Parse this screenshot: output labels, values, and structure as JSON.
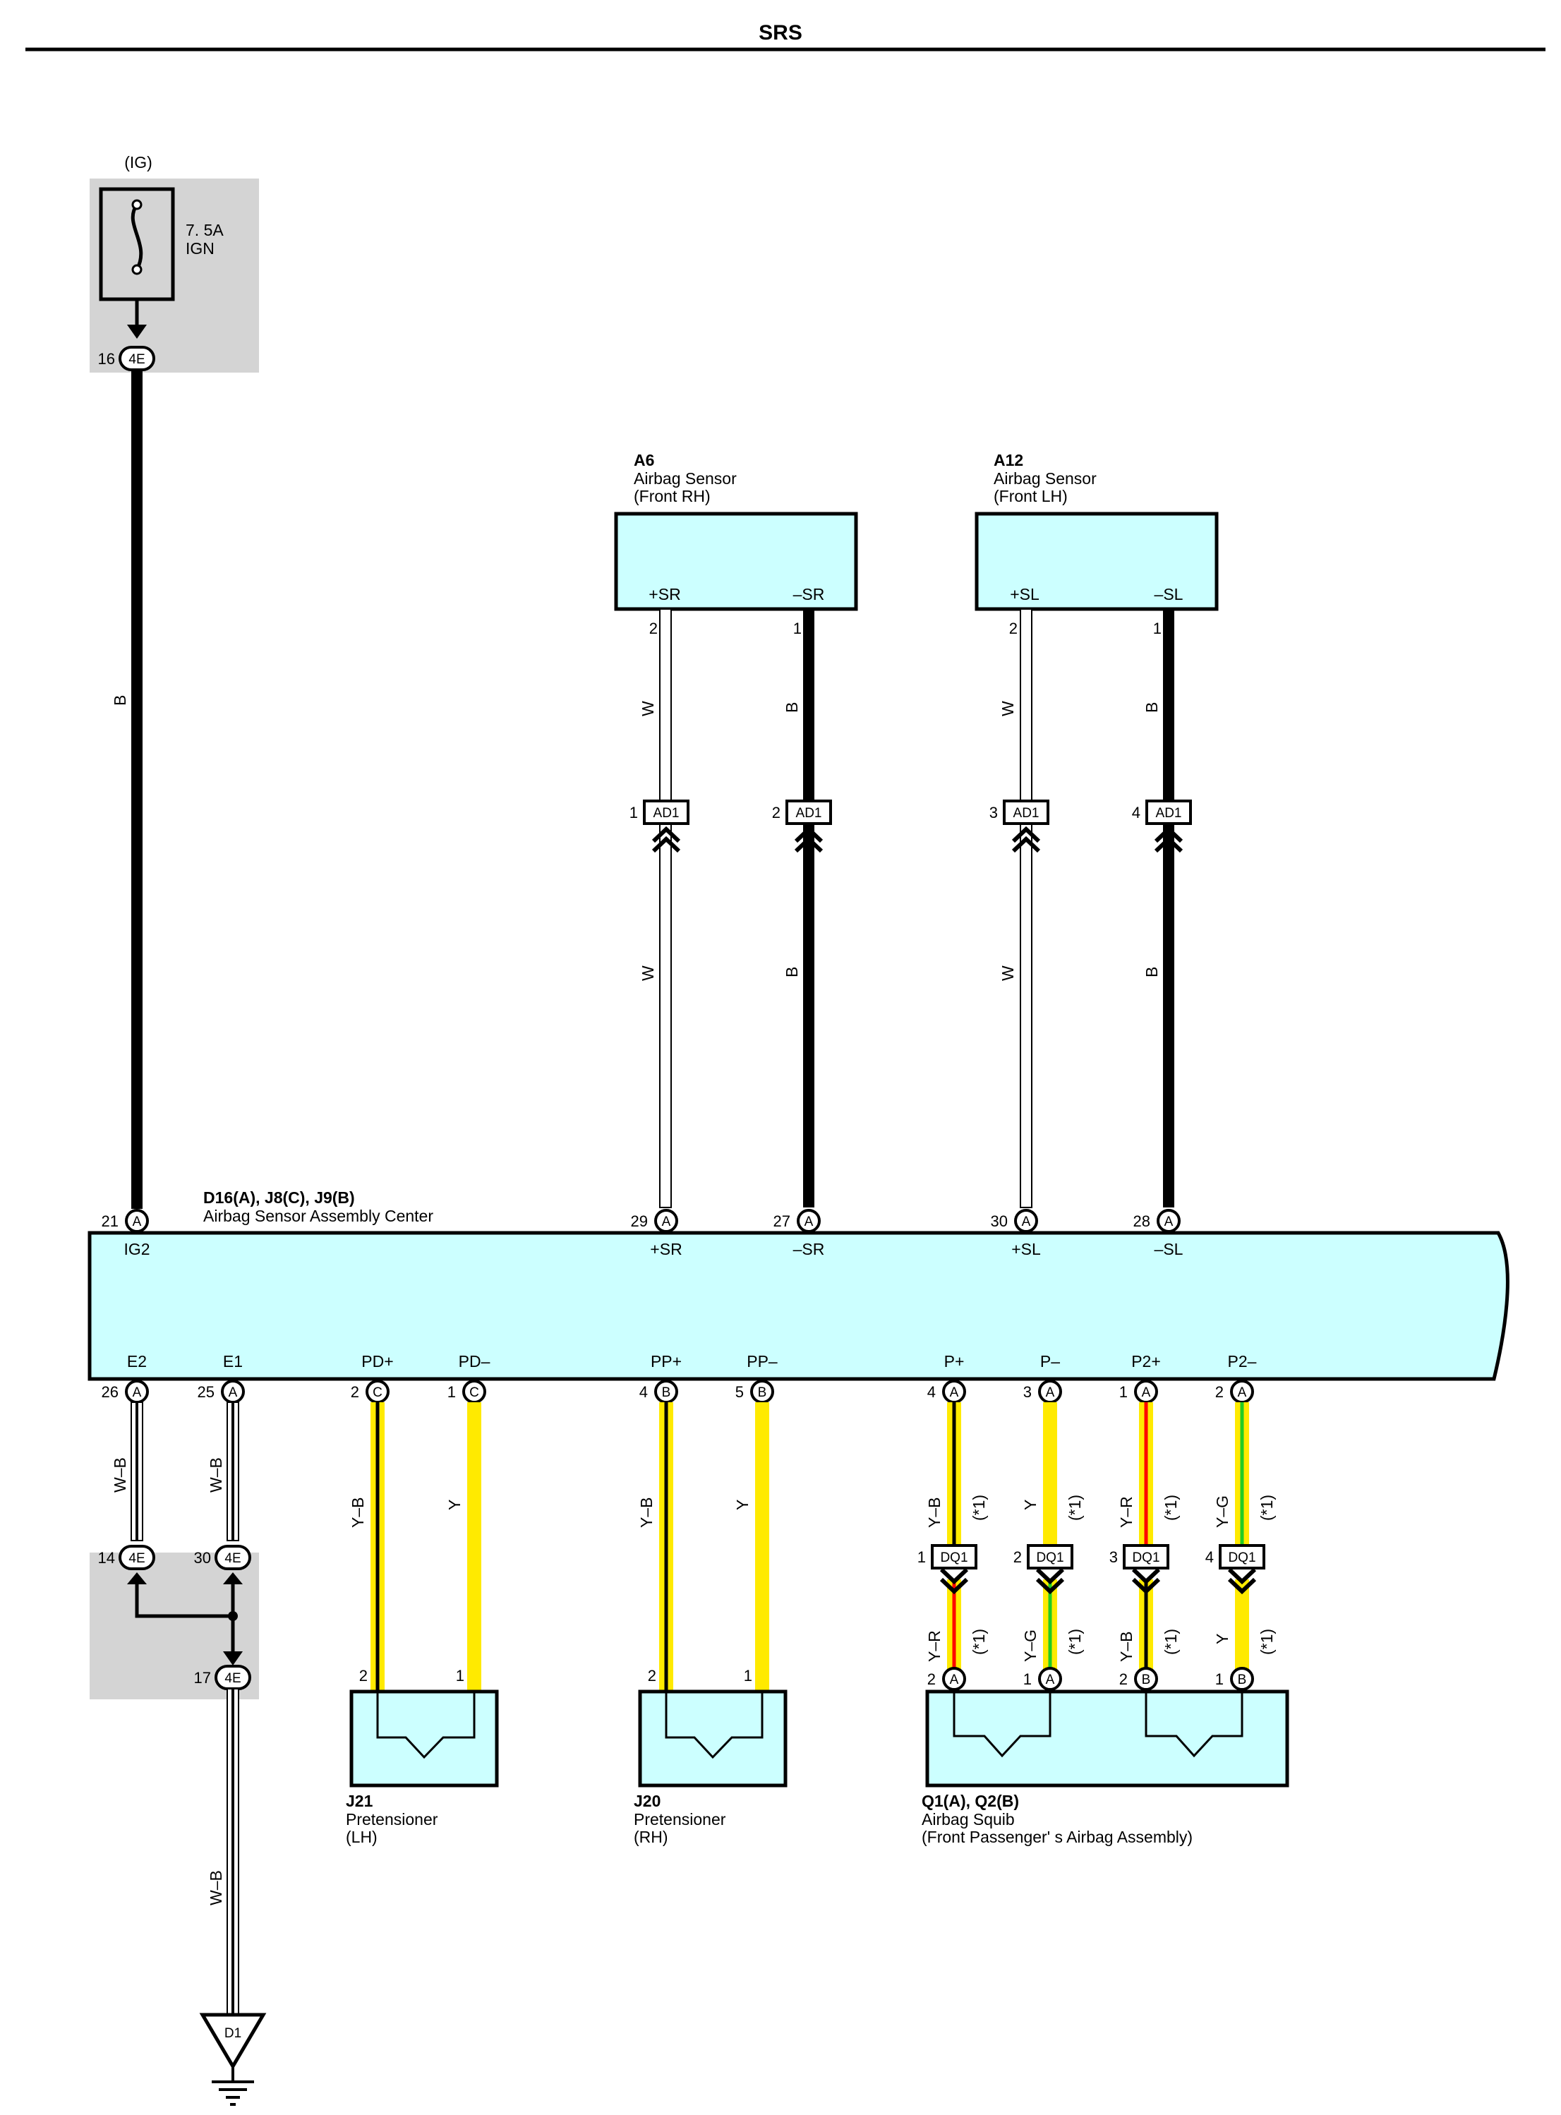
{
  "header": {
    "title": "SRS"
  },
  "fuse": {
    "source": "(IG)",
    "rating": "7. 5A",
    "name": "IGN",
    "connector": "4E",
    "pin": "16"
  },
  "wire_main_b": "B",
  "ecu": {
    "code": "D16(A), J8(C), J9(B)",
    "name": "Airbag Sensor Assembly Center",
    "top_terminals": [
      {
        "pin": "21",
        "conn": "A",
        "label": "IG2"
      },
      {
        "pin": "29",
        "conn": "A",
        "label": "+SR"
      },
      {
        "pin": "27",
        "conn": "A",
        "label": "–SR"
      },
      {
        "pin": "30",
        "conn": "A",
        "label": "+SL"
      },
      {
        "pin": "28",
        "conn": "A",
        "label": "–SL"
      }
    ],
    "bottom_terminals": [
      {
        "pin": "26",
        "conn": "A",
        "label": "E2"
      },
      {
        "pin": "25",
        "conn": "A",
        "label": "E1"
      },
      {
        "pin": "2",
        "conn": "C",
        "label": "PD+"
      },
      {
        "pin": "1",
        "conn": "C",
        "label": "PD–"
      },
      {
        "pin": "4",
        "conn": "B",
        "label": "PP+"
      },
      {
        "pin": "5",
        "conn": "B",
        "label": "PP–"
      },
      {
        "pin": "4",
        "conn": "A",
        "label": "P+"
      },
      {
        "pin": "3",
        "conn": "A",
        "label": "P–"
      },
      {
        "pin": "1",
        "conn": "A",
        "label": "P2+"
      },
      {
        "pin": "2",
        "conn": "A",
        "label": "P2–"
      }
    ]
  },
  "sensors": [
    {
      "code": "A6",
      "name": "Airbag Sensor",
      "position": "(Front RH)",
      "plus": "+SR",
      "minus": "–SR",
      "pin_plus": "2",
      "pin_minus": "1"
    },
    {
      "code": "A12",
      "name": "Airbag Sensor",
      "position": "(Front LH)",
      "plus": "+SL",
      "minus": "–SL",
      "pin_plus": "2",
      "pin_minus": "1"
    }
  ],
  "ad1": {
    "name": "AD1",
    "pins": [
      "1",
      "2",
      "3",
      "4"
    ]
  },
  "sensor_wires": [
    "W",
    "B",
    "W",
    "B"
  ],
  "ground": {
    "wires": [
      "W–B",
      "W–B"
    ],
    "connector": "4E",
    "pins": [
      "14",
      "30",
      "17"
    ],
    "wire_out": "W–B",
    "point": "D1"
  },
  "pretensioners": [
    {
      "code": "J21",
      "name": "Pretensioner",
      "side": "(LH)",
      "wires": [
        "Y–B",
        "Y"
      ],
      "pins": [
        "2",
        "1"
      ]
    },
    {
      "code": "J20",
      "name": "Pretensioner",
      "side": "(RH)",
      "wires": [
        "Y–B",
        "Y"
      ],
      "pins": [
        "2",
        "1"
      ]
    }
  ],
  "dq1": {
    "name": "DQ1",
    "pins": [
      "1",
      "2",
      "3",
      "4"
    ],
    "upper_wires": [
      "Y–B",
      "Y",
      "Y–R",
      "Y–G"
    ],
    "lower_wires": [
      "Y–R",
      "Y–G",
      "Y–B",
      "Y"
    ],
    "note": "(*1)"
  },
  "squib": {
    "code": "Q1(A), Q2(B)",
    "name": "Airbag Squib",
    "sub": "(Front Passenger' s Airbag Assembly)",
    "terminals": [
      {
        "pin": "2",
        "conn": "A"
      },
      {
        "pin": "1",
        "conn": "A"
      },
      {
        "pin": "2",
        "conn": "B"
      },
      {
        "pin": "1",
        "conn": "B"
      }
    ]
  },
  "colors": {
    "yellow": "#ffea00",
    "red": "#ff0000",
    "green": "#22cc22",
    "cyan": "#ccffff",
    "gray": "#d4d4d4",
    "black": "#000000"
  }
}
